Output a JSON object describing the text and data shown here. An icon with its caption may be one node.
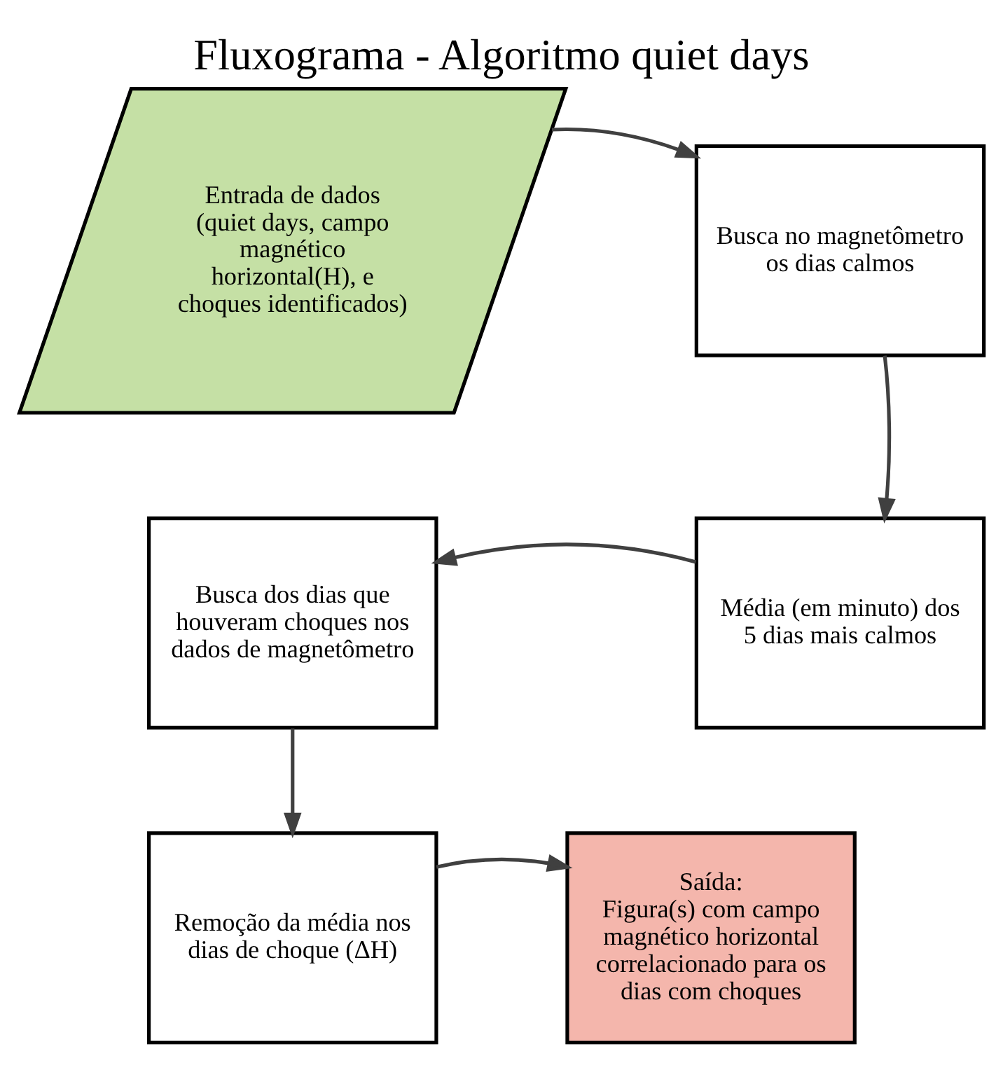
{
  "diagram": {
    "title": "Fluxograma - Algoritmo quiet days",
    "nodes": [
      {
        "text": [
          "Entrada de dados (quiet days, campo magnético horizontal(H), e choques identificados)"
        ]
      },
      {
        "text": [
          "Busca no magnetômetro os dias calmos"
        ]
      },
      {
        "text": [
          "Média (em minuto) dos 5 dias mais calmos"
        ]
      },
      {
        "text": [
          "Busca dos dias que houveram choques nos dados de magnetômetro"
        ]
      },
      {
        "text": [
          "Remoção da média nos dias de choque (ΔH)"
        ]
      },
      {
        "text": [
          "Saída:",
          "Figura(s) com campo magnético horizontal correlacionado para os dias com choques"
        ]
      }
    ],
    "edges": [
      {
        "from": 0,
        "to": 1,
        "arrow": "to"
      },
      {
        "from": 1,
        "to": 2,
        "arrow": "to"
      },
      {
        "from": 2,
        "to": 3,
        "arrow": "to"
      },
      {
        "from": 3,
        "to": 4,
        "arrow": "to"
      },
      {
        "from": 4,
        "to": 5,
        "arrow": "to"
      }
    ]
  }
}
